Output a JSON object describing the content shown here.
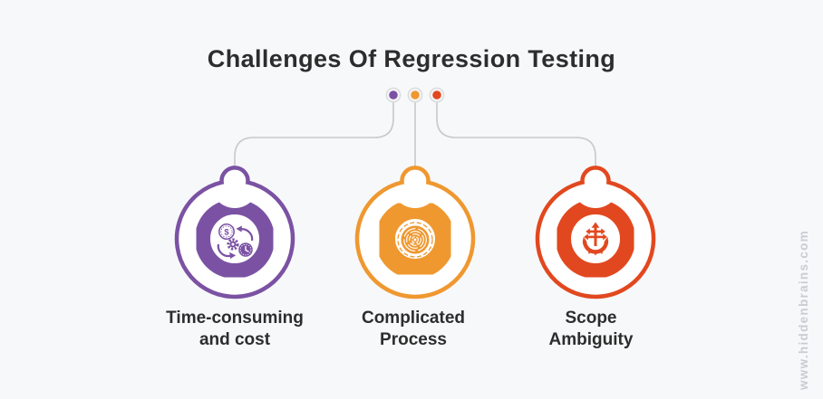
{
  "title": "Challenges Of Regression Testing",
  "watermark": "www.hiddenbrains.com",
  "colors": {
    "background": "#f7f8fa",
    "text": "#2d2d2d",
    "connector": "#c9c9c9",
    "dot_ring": "#dcdcdc",
    "watermark": "#c9ccd1",
    "purple": "#7b52a3",
    "orange": "#ef9830",
    "red": "#e2481f"
  },
  "items": [
    {
      "id": "time-consuming-and-cost",
      "lines": [
        "Time-consuming",
        "and cost"
      ],
      "color": "#7b52a3",
      "icon": "time-money-cycle-icon"
    },
    {
      "id": "complicated-process",
      "lines": [
        "Complicated",
        "Process"
      ],
      "color": "#ef9830",
      "icon": "maze-icon"
    },
    {
      "id": "scope-ambiguity",
      "lines": [
        "Scope",
        "Ambiguity"
      ],
      "color": "#e2481f",
      "icon": "anchor-arrows-icon"
    }
  ]
}
